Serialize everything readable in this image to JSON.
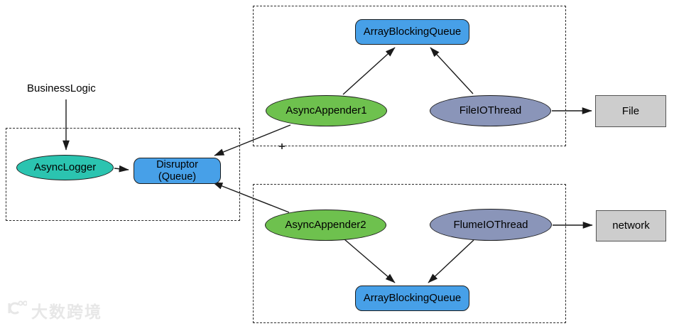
{
  "diagram": {
    "nodes": {
      "business_logic": {
        "label": "BusinessLogic",
        "shape": "text"
      },
      "async_logger": {
        "label": "AsyncLogger",
        "shape": "ellipse",
        "fill": "#2BC4B0"
      },
      "disruptor": {
        "label": "Disruptor\n(Queue)",
        "shape": "rounded-rect",
        "fill": "#47A0E8"
      },
      "array_blocking_queue_top": {
        "label": "ArrayBlockingQueue",
        "shape": "rounded-rect",
        "fill": "#47A0E8"
      },
      "async_appender1": {
        "label": "AsyncAppender1",
        "shape": "ellipse",
        "fill": "#6EC14E"
      },
      "file_io_thread": {
        "label": "FileIOThread",
        "shape": "ellipse",
        "fill": "#8A95B9"
      },
      "file": {
        "label": "File",
        "shape": "rect",
        "fill": "#CDCDCD"
      },
      "async_appender2": {
        "label": "AsyncAppender2",
        "shape": "ellipse",
        "fill": "#6EC14E"
      },
      "flume_io_thread": {
        "label": "FlumeIOThread",
        "shape": "ellipse",
        "fill": "#8A95B9"
      },
      "array_blocking_queue_bottom": {
        "label": "ArrayBlockingQueue",
        "shape": "rounded-rect",
        "fill": "#47A0E8"
      },
      "network": {
        "label": "network",
        "shape": "rect",
        "fill": "#CDCDCD"
      }
    },
    "edges": [
      {
        "from": "BusinessLogic",
        "to": "AsyncLogger"
      },
      {
        "from": "AsyncLogger",
        "to": "Disruptor (Queue)"
      },
      {
        "from": "AsyncAppender1",
        "to": "ArrayBlockingQueue (top)"
      },
      {
        "from": "FileIOThread",
        "to": "ArrayBlockingQueue (top)"
      },
      {
        "from": "AsyncAppender1",
        "to": "Disruptor (Queue)"
      },
      {
        "from": "AsyncAppender2",
        "to": "Disruptor (Queue)"
      },
      {
        "from": "AsyncAppender2",
        "to": "ArrayBlockingQueue (bottom)"
      },
      {
        "from": "FlumeIOThread",
        "to": "ArrayBlockingQueue (bottom)"
      },
      {
        "from": "FileIOThread",
        "to": "File"
      },
      {
        "from": "FlumeIOThread",
        "to": "network"
      }
    ],
    "colors": {
      "teal": "#2BC4B0",
      "blue": "#47A0E8",
      "green": "#6EC14E",
      "slate": "#8A95B9",
      "gray_node": "#CDCDCD",
      "edge": "#1A1A1A",
      "dashed_border": "#2A2A2A"
    }
  },
  "watermark": {
    "text": "大数跨境"
  }
}
